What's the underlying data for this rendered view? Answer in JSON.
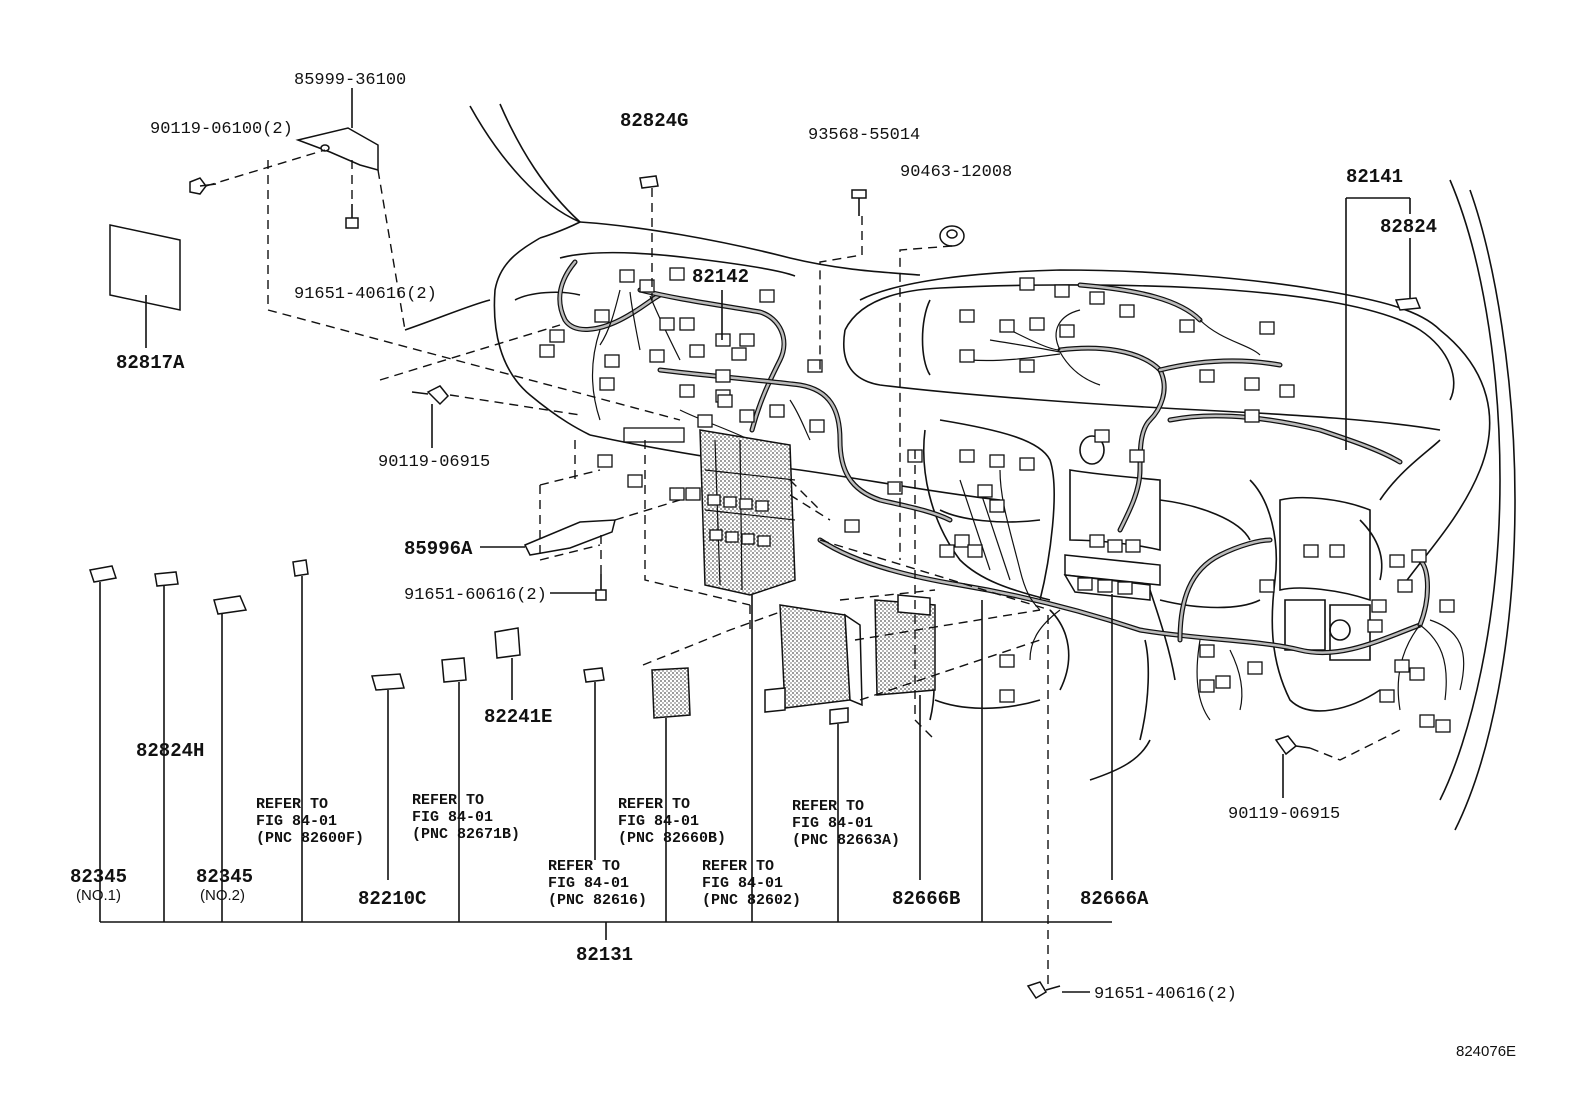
{
  "diagram_id": "824076E",
  "callouts": {
    "p85999": "85999-36100",
    "p90119a": "90119-06100(2)",
    "p82817A": "82817A",
    "p91651a": "91651-40616(2)",
    "p82824G": "82824G",
    "p82142": "82142",
    "p93568": "93568-55014",
    "p90463": "90463-12008",
    "p82141": "82141",
    "p82824": "82824",
    "p90119b": "90119-06915",
    "p85996A": "85996A",
    "p91651b": "91651-60616(2)",
    "p82241E": "82241E",
    "p82824H": "82824H",
    "p82345a": "82345",
    "p82345a_sub": "(NO.1)",
    "p82345b": "82345",
    "p82345b_sub": "(NO.2)",
    "p82210C": "82210C",
    "p82131": "82131",
    "p82666B": "82666B",
    "p82666A": "82666A",
    "p90119c": "90119-06915",
    "p91651c": "91651-40616(2)"
  },
  "references": [
    {
      "line1": "REFER TO",
      "line2": "FIG 84-01",
      "line3": "(PNC 82600F)"
    },
    {
      "line1": "REFER TO",
      "line2": "FIG 84-01",
      "line3": "(PNC 82671B)"
    },
    {
      "line1": "REFER TO",
      "line2": "FIG 84-01",
      "line3": "(PNC 82660B)"
    },
    {
      "line1": "REFER TO",
      "line2": "FIG 84-01",
      "line3": "(PNC 82663A)"
    },
    {
      "line1": "REFER TO",
      "line2": "FIG 84-01",
      "line3": "(PNC 82616)"
    },
    {
      "line1": "REFER TO",
      "line2": "FIG 84-01",
      "line3": "(PNC 82602)"
    }
  ]
}
